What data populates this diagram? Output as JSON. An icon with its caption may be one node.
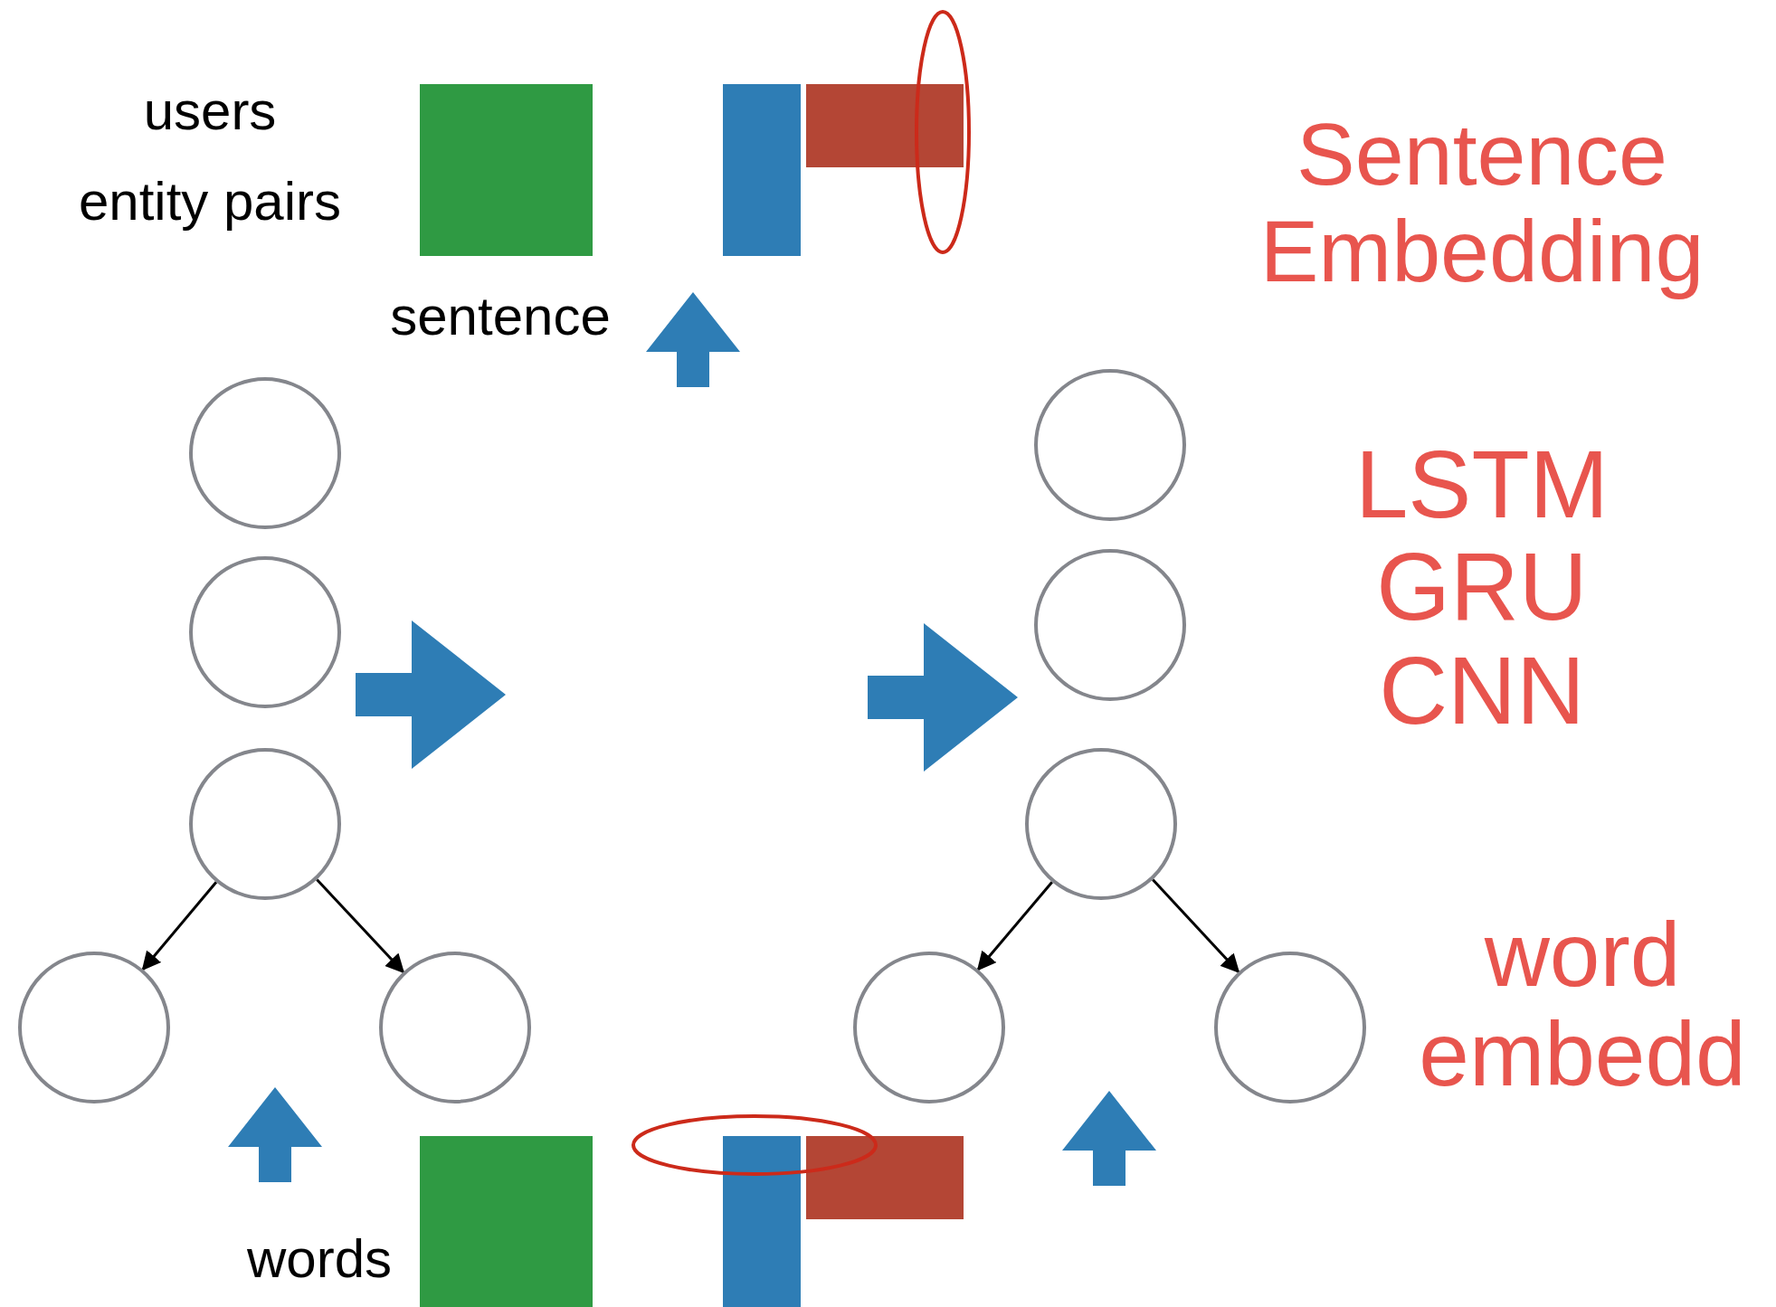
{
  "diagram": {
    "nodes": [
      {
        "text": [],
        "shape": "circle"
      },
      {
        "text": [],
        "shape": "circle"
      },
      {
        "text": [],
        "shape": "circle"
      },
      {
        "text": [],
        "shape": "circle"
      },
      {
        "text": [],
        "shape": "circle"
      },
      {
        "text": [],
        "shape": "circle"
      },
      {
        "text": [],
        "shape": "circle"
      },
      {
        "text": [],
        "shape": "circle"
      },
      {
        "text": [],
        "shape": "circle"
      },
      {
        "text": [],
        "shape": "circle"
      }
    ],
    "edges": [
      {
        "from": 2,
        "to": 3,
        "arrow": "to"
      },
      {
        "from": 2,
        "to": 4,
        "arrow": "to"
      },
      {
        "from": 7,
        "to": 8,
        "arrow": "to"
      },
      {
        "from": 7,
        "to": 9,
        "arrow": "to"
      }
    ],
    "labels": [
      "users",
      "entity pairs",
      "sentence",
      "Sentence Embedding",
      "LSTM",
      "GRU",
      "CNN",
      "word embedd",
      "words"
    ]
  }
}
